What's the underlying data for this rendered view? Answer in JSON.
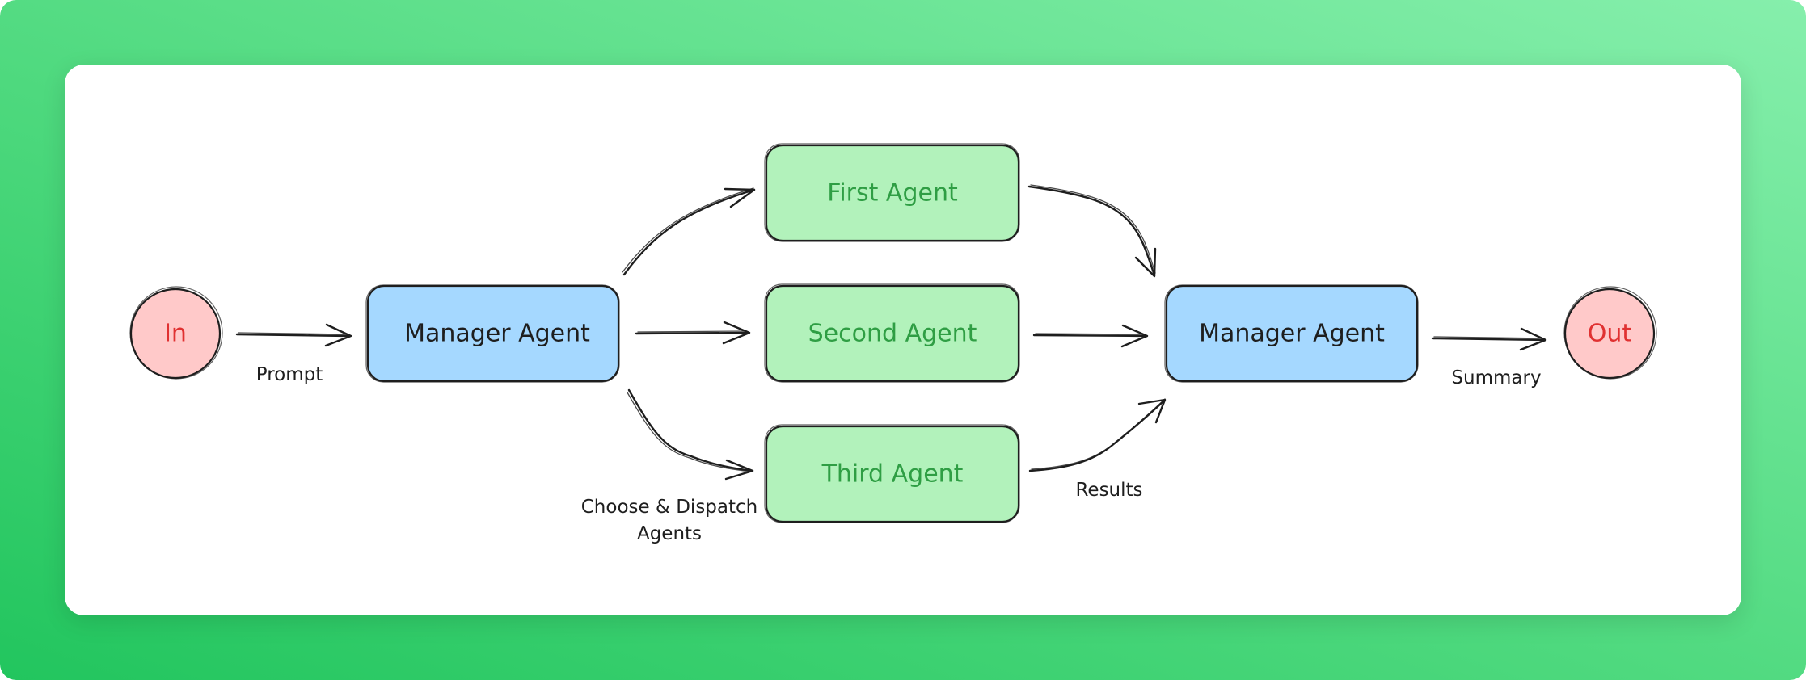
{
  "diagram": {
    "nodes": {
      "in": "In",
      "manager_start": "Manager Agent",
      "first_agent": "First Agent",
      "second_agent": "Second Agent",
      "third_agent": "Third Agent",
      "manager_end": "Manager Agent",
      "out": "Out"
    },
    "edge_labels": {
      "prompt": "Prompt",
      "dispatch_line1": "Choose & Dispatch",
      "dispatch_line2": "Agents",
      "results": "Results",
      "summary": "Summary"
    },
    "colors": {
      "background_gradient": [
        "#22c55e",
        "#86efac"
      ],
      "terminal_fill": "#ffc9c9",
      "terminal_text": "#e03131",
      "manager_fill": "#a5d8ff",
      "agent_fill": "#b2f2bb",
      "agent_text": "#2f9e44"
    }
  }
}
